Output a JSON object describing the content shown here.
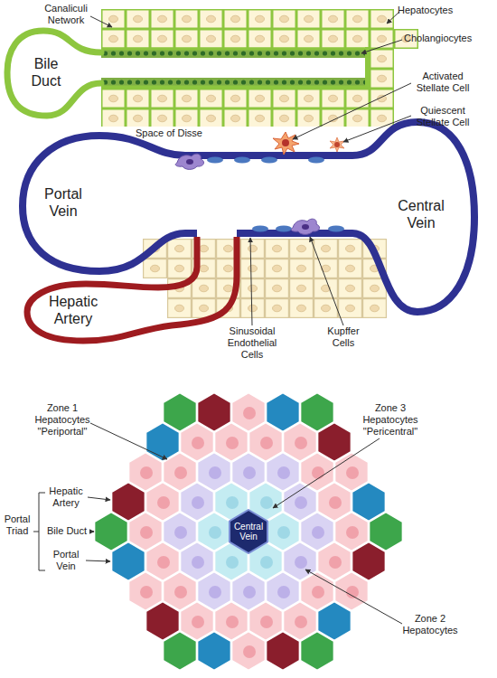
{
  "diagram": {
    "nodes": [
      {
        "text": [
          "Central Vein"
        ]
      }
    ],
    "labels": [
      "Canaliculi Network",
      "Hepatocytes",
      "Cholangiocytes",
      "Bile Duct",
      "Activated Stellate Cell",
      "Quiescent Stellate Cell",
      "Space of Disse",
      "Portal Vein",
      "Central Vein",
      "Hepatic Artery",
      "Sinusoidal Endothelial Cells",
      "Kupffer Cells",
      "Zone 1 Hepatocytes \"Periportal\"",
      "Zone 3 Hepatocytes \"Pericentral\"",
      "Hepatic Artery",
      "Portal Triad",
      "Bile Duct",
      "Portal Vein",
      "Zone 2 Hepatocytes"
    ]
  }
}
